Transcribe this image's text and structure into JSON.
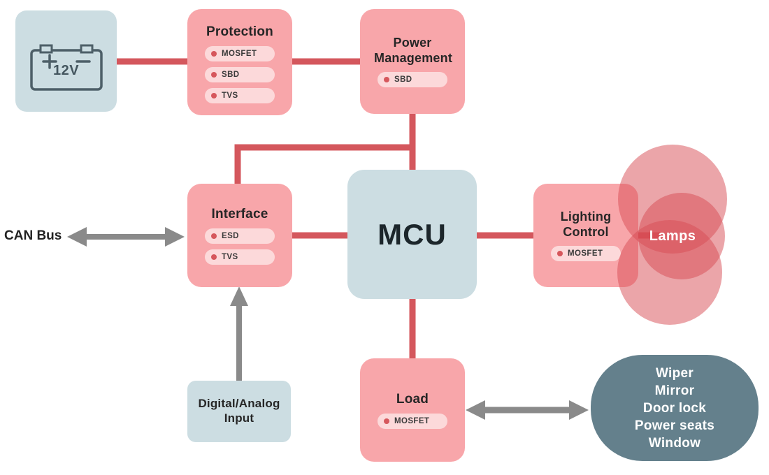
{
  "diagram": {
    "battery": {
      "label": "12V"
    },
    "protection": {
      "title": "Protection",
      "pills": [
        "MOSFET",
        "SBD",
        "TVS"
      ]
    },
    "power_management": {
      "title": "Power Management",
      "pills": [
        "SBD"
      ]
    },
    "interface": {
      "title": "Interface",
      "pills": [
        "ESD",
        "TVS"
      ]
    },
    "mcu": {
      "title": "MCU"
    },
    "lighting_control": {
      "title": "Lighting Control",
      "pills": [
        "MOSFET"
      ]
    },
    "lamps": {
      "label": "Lamps"
    },
    "load": {
      "title": "Load",
      "pills": [
        "MOSFET"
      ]
    },
    "digital_analog_input": {
      "title": "Digital/Analog Input"
    },
    "can_bus": {
      "label": "CAN Bus"
    },
    "actuators": {
      "lines": [
        "Wiper",
        "Mirror",
        "Door lock",
        "Power seats",
        "Window"
      ]
    }
  },
  "colors": {
    "node_pink": "#f8a6aa",
    "pill_pink": "#fcd9da",
    "pill_dot": "#d6575c",
    "node_blue": "#ccdde2",
    "connector_red": "#d4575d",
    "arrow_gray": "#8a8a8a",
    "blob_slate": "#64808c",
    "lamp_red": "#d84c53",
    "text_dark": "#262626"
  }
}
